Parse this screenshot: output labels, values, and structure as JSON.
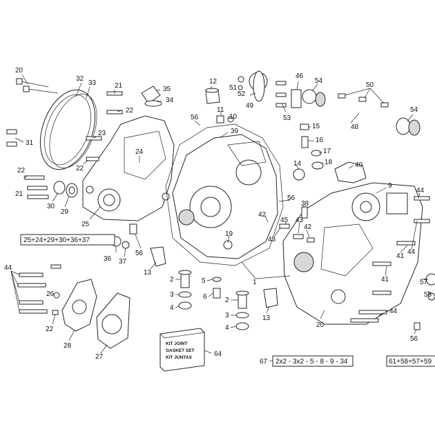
{
  "labels": [
    {
      "id": "20a",
      "text": "20"
    },
    {
      "id": "32",
      "text": "32"
    },
    {
      "id": "33",
      "text": "33"
    },
    {
      "id": "31",
      "text": "31"
    },
    {
      "id": "21a",
      "text": "21"
    },
    {
      "id": "22a",
      "text": "22"
    },
    {
      "id": "23",
      "text": "23"
    },
    {
      "id": "24",
      "text": "24"
    },
    {
      "id": "22b",
      "text": "22"
    },
    {
      "id": "35",
      "text": "35"
    },
    {
      "id": "34",
      "text": "34"
    },
    {
      "id": "22c",
      "text": "22"
    },
    {
      "id": "21b",
      "text": "21"
    },
    {
      "id": "30",
      "text": "30"
    },
    {
      "id": "29",
      "text": "29"
    },
    {
      "id": "25",
      "text": "25"
    },
    {
      "id": "36",
      "text": "36"
    },
    {
      "id": "37",
      "text": "37"
    },
    {
      "id": "56a",
      "text": "56"
    },
    {
      "id": "13a",
      "text": "13"
    },
    {
      "id": "12",
      "text": "12"
    },
    {
      "id": "51",
      "text": "51"
    },
    {
      "id": "52",
      "text": "52"
    },
    {
      "id": "49",
      "text": "49"
    },
    {
      "id": "11",
      "text": "11"
    },
    {
      "id": "10",
      "text": "10"
    },
    {
      "id": "56b",
      "text": "56"
    },
    {
      "id": "39",
      "text": "39"
    },
    {
      "id": "46",
      "text": "46"
    },
    {
      "id": "54a",
      "text": "54"
    },
    {
      "id": "53",
      "text": "53"
    },
    {
      "id": "50",
      "text": "50"
    },
    {
      "id": "54b",
      "text": "54"
    },
    {
      "id": "48",
      "text": "48"
    },
    {
      "id": "15",
      "text": "15"
    },
    {
      "id": "16",
      "text": "16"
    },
    {
      "id": "17",
      "text": "17"
    },
    {
      "id": "18",
      "text": "18"
    },
    {
      "id": "14",
      "text": "14"
    },
    {
      "id": "40",
      "text": "40"
    },
    {
      "id": "9",
      "text": "9"
    },
    {
      "id": "44a",
      "text": "44"
    },
    {
      "id": "56c",
      "text": "56"
    },
    {
      "id": "38",
      "text": "38"
    },
    {
      "id": "42a",
      "text": "42"
    },
    {
      "id": "45",
      "text": "45"
    },
    {
      "id": "43a",
      "text": "43"
    },
    {
      "id": "42b",
      "text": "42"
    },
    {
      "id": "43b",
      "text": "43"
    },
    {
      "id": "19",
      "text": "19"
    },
    {
      "id": "1",
      "text": "1"
    },
    {
      "id": "41a",
      "text": "41"
    },
    {
      "id": "44b",
      "text": "44"
    },
    {
      "id": "41b",
      "text": "41"
    },
    {
      "id": "57",
      "text": "57"
    },
    {
      "id": "58",
      "text": "58"
    },
    {
      "id": "2a",
      "text": "2"
    },
    {
      "id": "3a",
      "text": "3"
    },
    {
      "id": "4a",
      "text": "4"
    },
    {
      "id": "5",
      "text": "5"
    },
    {
      "id": "6",
      "text": "6"
    },
    {
      "id": "2b",
      "text": "2"
    },
    {
      "id": "3b",
      "text": "3"
    },
    {
      "id": "4b",
      "text": "4"
    },
    {
      "id": "13b",
      "text": "13"
    },
    {
      "id": "20b",
      "text": "20"
    },
    {
      "id": "44c",
      "text": "44"
    },
    {
      "id": "56d",
      "text": "56"
    },
    {
      "id": "44d",
      "text": "44"
    },
    {
      "id": "26",
      "text": "26"
    },
    {
      "id": "22d",
      "text": "22"
    },
    {
      "id": "28",
      "text": "28"
    },
    {
      "id": "27",
      "text": "27"
    },
    {
      "id": "64",
      "text": "64"
    },
    {
      "id": "67",
      "text": "67"
    }
  ],
  "kit_box": {
    "line1": "KIT JOINT",
    "line2": "GASKET SET",
    "line3": "KIT JUNTAS"
  },
  "groups": {
    "left_cover_group": "25+24+29+30+36+37",
    "gasket_group": "2x2 - 3x2 - 5 - 8 - 9 - 34",
    "right_group": "61+58+57+59"
  }
}
